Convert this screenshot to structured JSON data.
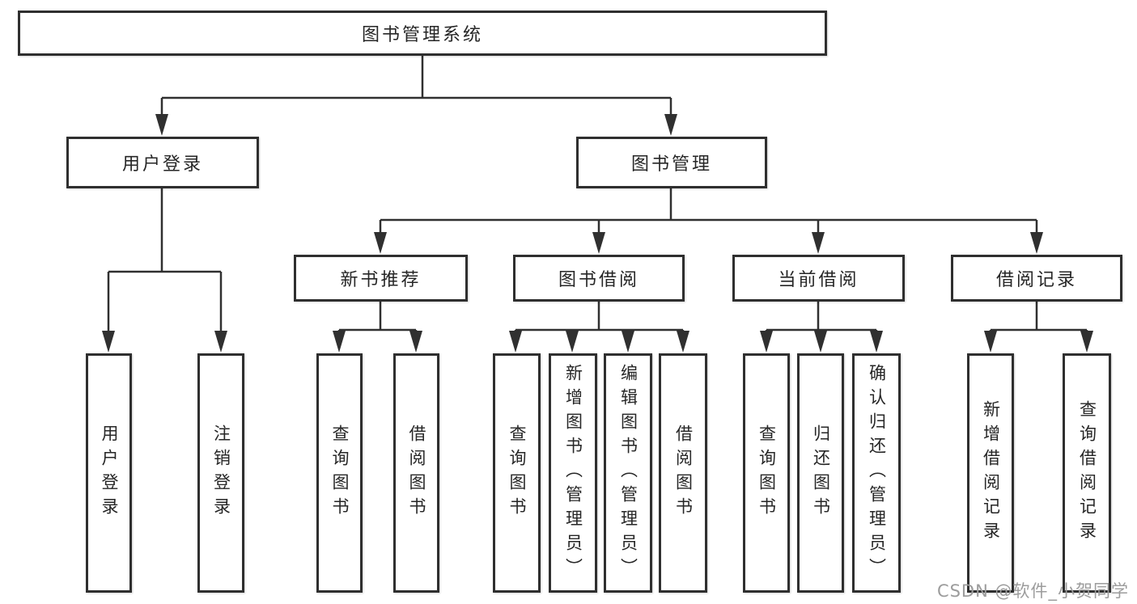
{
  "diagram": {
    "root": {
      "label": "图书管理系统"
    },
    "level2": [
      {
        "label": "用户登录"
      },
      {
        "label": "图书管理"
      }
    ],
    "level3": [
      {
        "label": "新书推荐"
      },
      {
        "label": "图书借阅"
      },
      {
        "label": "当前借阅"
      },
      {
        "label": "借阅记录"
      }
    ],
    "leaves": [
      {
        "label": "用户登录"
      },
      {
        "label": "注销登录"
      },
      {
        "label": "查询图书"
      },
      {
        "label": "借阅图书"
      },
      {
        "label": "查询图书"
      },
      {
        "label": "新增图书（管理员）"
      },
      {
        "label": "编辑图书（管理员）"
      },
      {
        "label": "借阅图书"
      },
      {
        "label": "查询图书"
      },
      {
        "label": "归还图书"
      },
      {
        "label": "确认归还（管理员）"
      },
      {
        "label": "新增借阅记录"
      },
      {
        "label": "查询借阅记录"
      }
    ]
  },
  "watermark": {
    "text": "CSDN @软件_小贺同学"
  },
  "colors": {
    "line": "#303030",
    "border": "#2f2f2f",
    "text": "#262626",
    "watermark": "#9c9c9c"
  }
}
